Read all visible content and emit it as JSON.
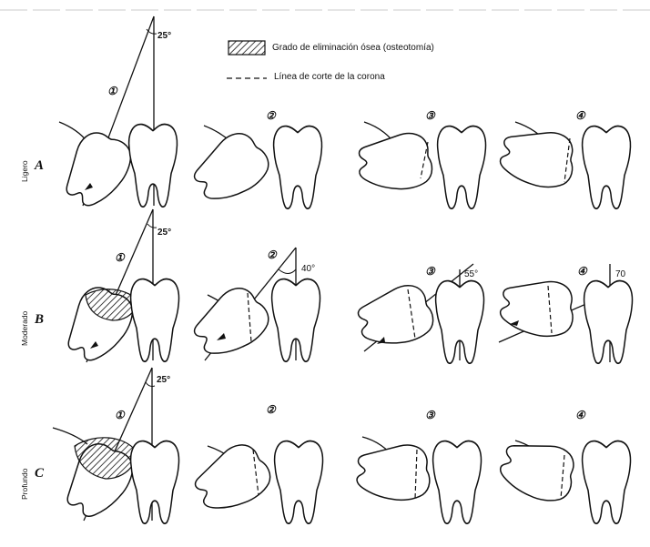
{
  "legend": {
    "bone_removal": "Grado de eliminación ósea (osteotomía)",
    "crown_cut": "Línea de corte de la corona"
  },
  "rows": [
    {
      "letter": "A",
      "label": "Ligero"
    },
    {
      "letter": "B",
      "label": "Moderado"
    },
    {
      "letter": "C",
      "label": "Profundo"
    }
  ],
  "step_numbers": [
    "①",
    "②",
    "③",
    "④"
  ],
  "angles": {
    "a1": "25°",
    "b1": "25°",
    "b2": "40°",
    "b3": "55°",
    "b4": "70",
    "c1": "25°"
  }
}
